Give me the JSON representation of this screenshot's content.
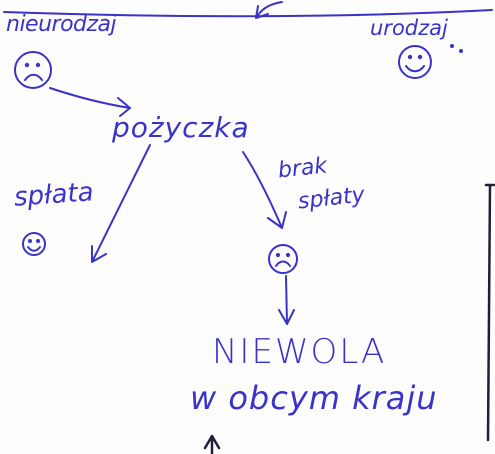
{
  "colors": {
    "ink": "#3a33c9",
    "dark_ink": "#1f1f3a"
  },
  "labels": {
    "bad_harvest": "nieurodzaj",
    "good_harvest": "urodzaj",
    "loan": "pożyczka",
    "repayment": "spłata",
    "no_repayment_line1": "brak",
    "no_repayment_line2": "spłaty",
    "slavery_line1": "NIEWOLA",
    "slavery_line2": "w obcym kraju"
  },
  "icons": {
    "bad_harvest_face": "sad-face-icon",
    "good_harvest_face": "happy-face-icon",
    "repayment_face": "happy-face-icon",
    "no_repayment_face": "sad-face-icon"
  }
}
